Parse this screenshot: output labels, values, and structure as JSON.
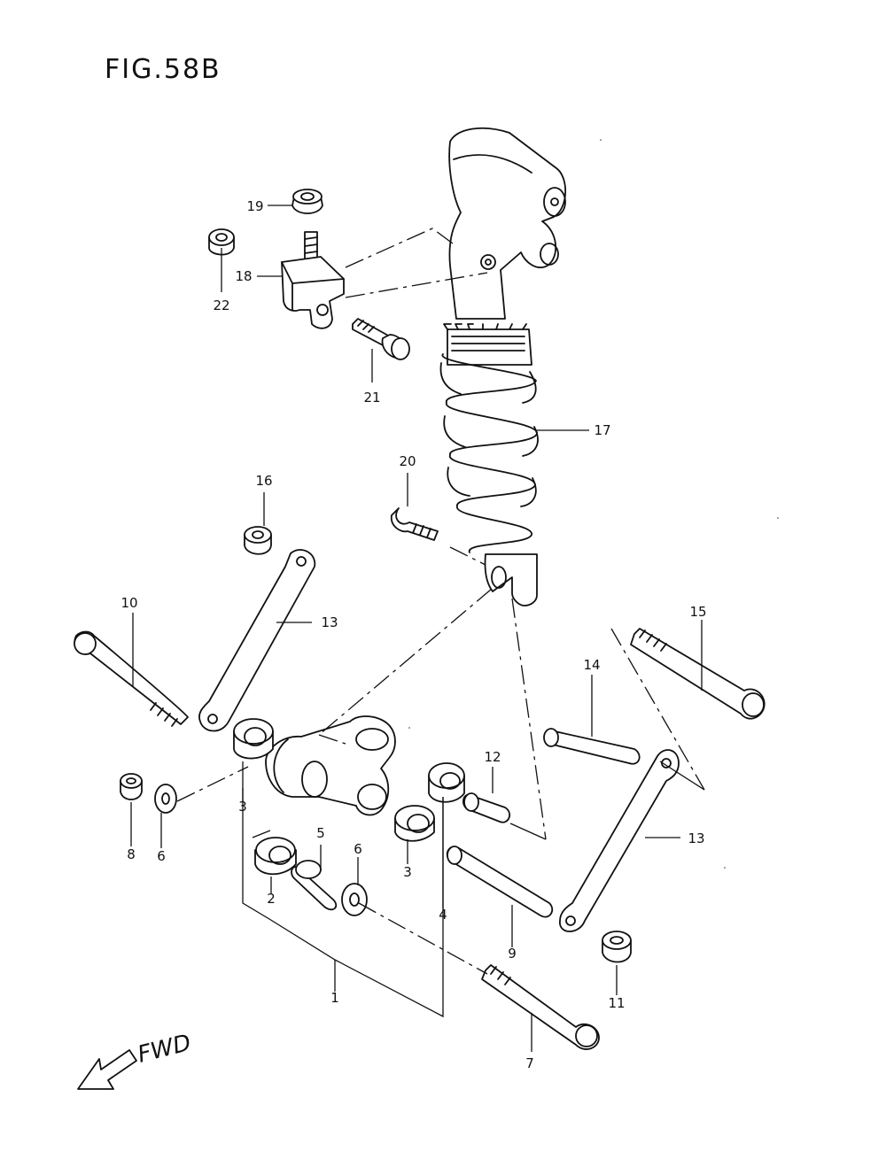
{
  "figure": {
    "title": "FIG.58B"
  },
  "direction": {
    "label": "FWD",
    "icon": "arrow-left-down-icon"
  },
  "callouts": [
    {
      "number": "1"
    },
    {
      "number": "2"
    },
    {
      "number": "3"
    },
    {
      "number": "3"
    },
    {
      "number": "4"
    },
    {
      "number": "5"
    },
    {
      "number": "6"
    },
    {
      "number": "6"
    },
    {
      "number": "7"
    },
    {
      "number": "8"
    },
    {
      "number": "9"
    },
    {
      "number": "10"
    },
    {
      "number": "11"
    },
    {
      "number": "12"
    },
    {
      "number": "13"
    },
    {
      "number": "13"
    },
    {
      "number": "14"
    },
    {
      "number": "15"
    },
    {
      "number": "16"
    },
    {
      "number": "17"
    },
    {
      "number": "18"
    },
    {
      "number": "19"
    },
    {
      "number": "20"
    },
    {
      "number": "21"
    },
    {
      "number": "22"
    }
  ],
  "parts": [
    {
      "icon": "cushion-lever-icon"
    },
    {
      "icon": "bushing-icon"
    },
    {
      "icon": "shock-absorber-icon"
    },
    {
      "icon": "spring-icon"
    },
    {
      "icon": "bolt-icon"
    },
    {
      "icon": "nut-icon"
    },
    {
      "icon": "washer-icon"
    },
    {
      "icon": "cushion-rod-icon"
    },
    {
      "icon": "pipe-icon"
    },
    {
      "icon": "bracket-icon"
    }
  ]
}
